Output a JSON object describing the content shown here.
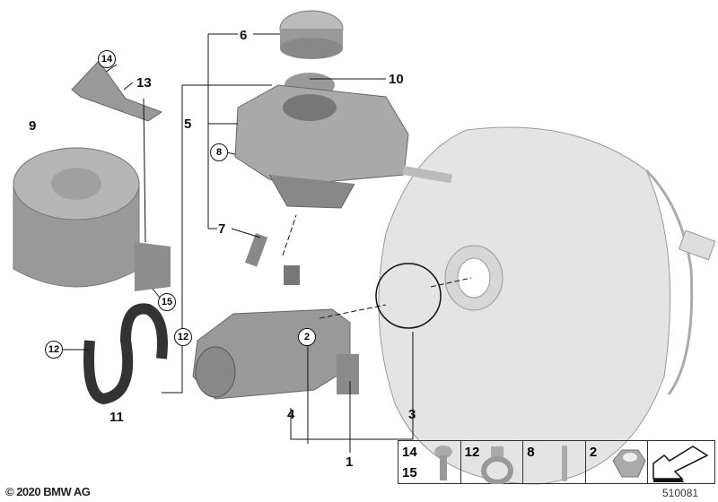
{
  "diagram": {
    "callouts": [
      {
        "id": "6",
        "text": "6",
        "circled": false
      },
      {
        "id": "10",
        "text": "10",
        "circled": false
      },
      {
        "id": "5",
        "text": "5",
        "circled": false
      },
      {
        "id": "8",
        "text": "8",
        "circled": true
      },
      {
        "id": "7",
        "text": "7",
        "circled": false
      },
      {
        "id": "14",
        "text": "14",
        "circled": true
      },
      {
        "id": "13",
        "text": "13",
        "circled": false
      },
      {
        "id": "9",
        "text": "9",
        "circled": false
      },
      {
        "id": "15",
        "text": "15",
        "circled": true
      },
      {
        "id": "12a",
        "text": "12",
        "circled": true
      },
      {
        "id": "12b",
        "text": "12",
        "circled": true
      },
      {
        "id": "11",
        "text": "11",
        "circled": false
      },
      {
        "id": "2",
        "text": "2",
        "circled": true
      },
      {
        "id": "4",
        "text": "4",
        "circled": false
      },
      {
        "id": "3",
        "text": "3",
        "circled": false
      },
      {
        "id": "1",
        "text": "1",
        "circled": false
      }
    ],
    "parts_table": [
      {
        "numbers": [
          "14",
          "15"
        ],
        "icon": "screw-icon"
      },
      {
        "numbers": [
          "12"
        ],
        "icon": "hose-clamp-icon"
      },
      {
        "numbers": [
          "8"
        ],
        "icon": "pin-icon"
      },
      {
        "numbers": [
          "2"
        ],
        "icon": "hex-nut-icon"
      },
      {
        "numbers": [],
        "icon": "direction-arrow-icon"
      }
    ],
    "copyright": "© 2020 BMW AG",
    "diagram_number": "510081"
  }
}
